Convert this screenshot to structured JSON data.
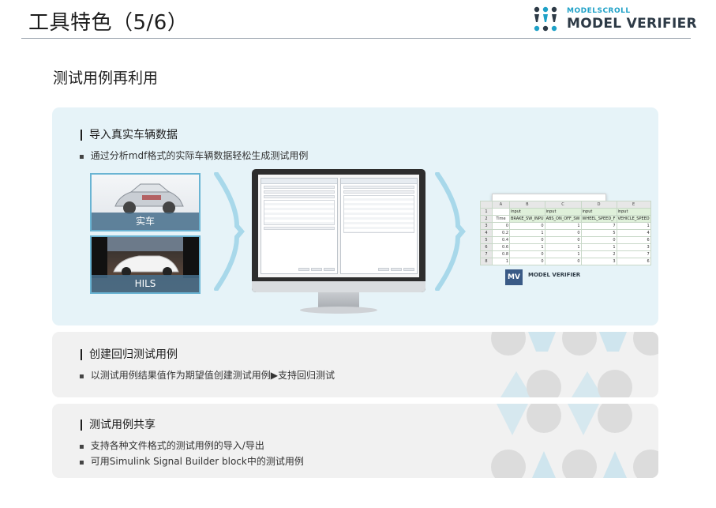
{
  "header": {
    "title": "工具特色（5/6）",
    "logo_top": "MODELSCROLL",
    "logo_bottom": "MODEL VERIFIER",
    "accent_color": "#1fa1c7",
    "dark_color": "#2d3a46"
  },
  "subtitle": "测试用例再利用",
  "sections": [
    {
      "heading": "导入真实车辆数据",
      "bullets": [
        "通过分析mdf格式的实际车辆数据轻松生成测试用例"
      ],
      "background": "#e6f3f8"
    },
    {
      "heading": "创建回归测试用例",
      "bullets": [
        "以测试用例结果值作为期望值创建测试用例▶支持回归测试"
      ],
      "background": "#f1f1f1"
    },
    {
      "heading": "测试用例共享",
      "bullets": [
        "支持各种文件格式的测试用例的导入/导出",
        "可用Simulink Signal Builder block中的测试用例"
      ],
      "background": "#f1f1f1"
    }
  ],
  "illustration": {
    "photo_real_label": "实车",
    "photo_hils_label": "HILS",
    "mv_badge": "MV",
    "mv_small": "MODEL VERIFIER",
    "spreadsheet": {
      "columns": [
        "A",
        "B",
        "C",
        "D",
        "E"
      ],
      "rows": [
        [
          "1",
          "",
          "input",
          "input",
          "input",
          "input"
        ],
        [
          "2",
          "Time",
          "BRAKE_SW_INPU",
          "ABS_ON_OFF_SW",
          "WHEEL_SPEED_F",
          "VEHICLE_SPEED"
        ],
        [
          "3",
          "0",
          "0",
          "1",
          "7",
          "1"
        ],
        [
          "4",
          "0.2",
          "1",
          "0",
          "5",
          "4"
        ],
        [
          "5",
          "0.4",
          "0",
          "0",
          "0",
          "6"
        ],
        [
          "6",
          "0.6",
          "1",
          "1",
          "1",
          "3"
        ],
        [
          "7",
          "0.8",
          "0",
          "1",
          "2",
          "7"
        ],
        [
          "8",
          "1",
          "0",
          "0",
          "3",
          "6"
        ]
      ]
    }
  }
}
